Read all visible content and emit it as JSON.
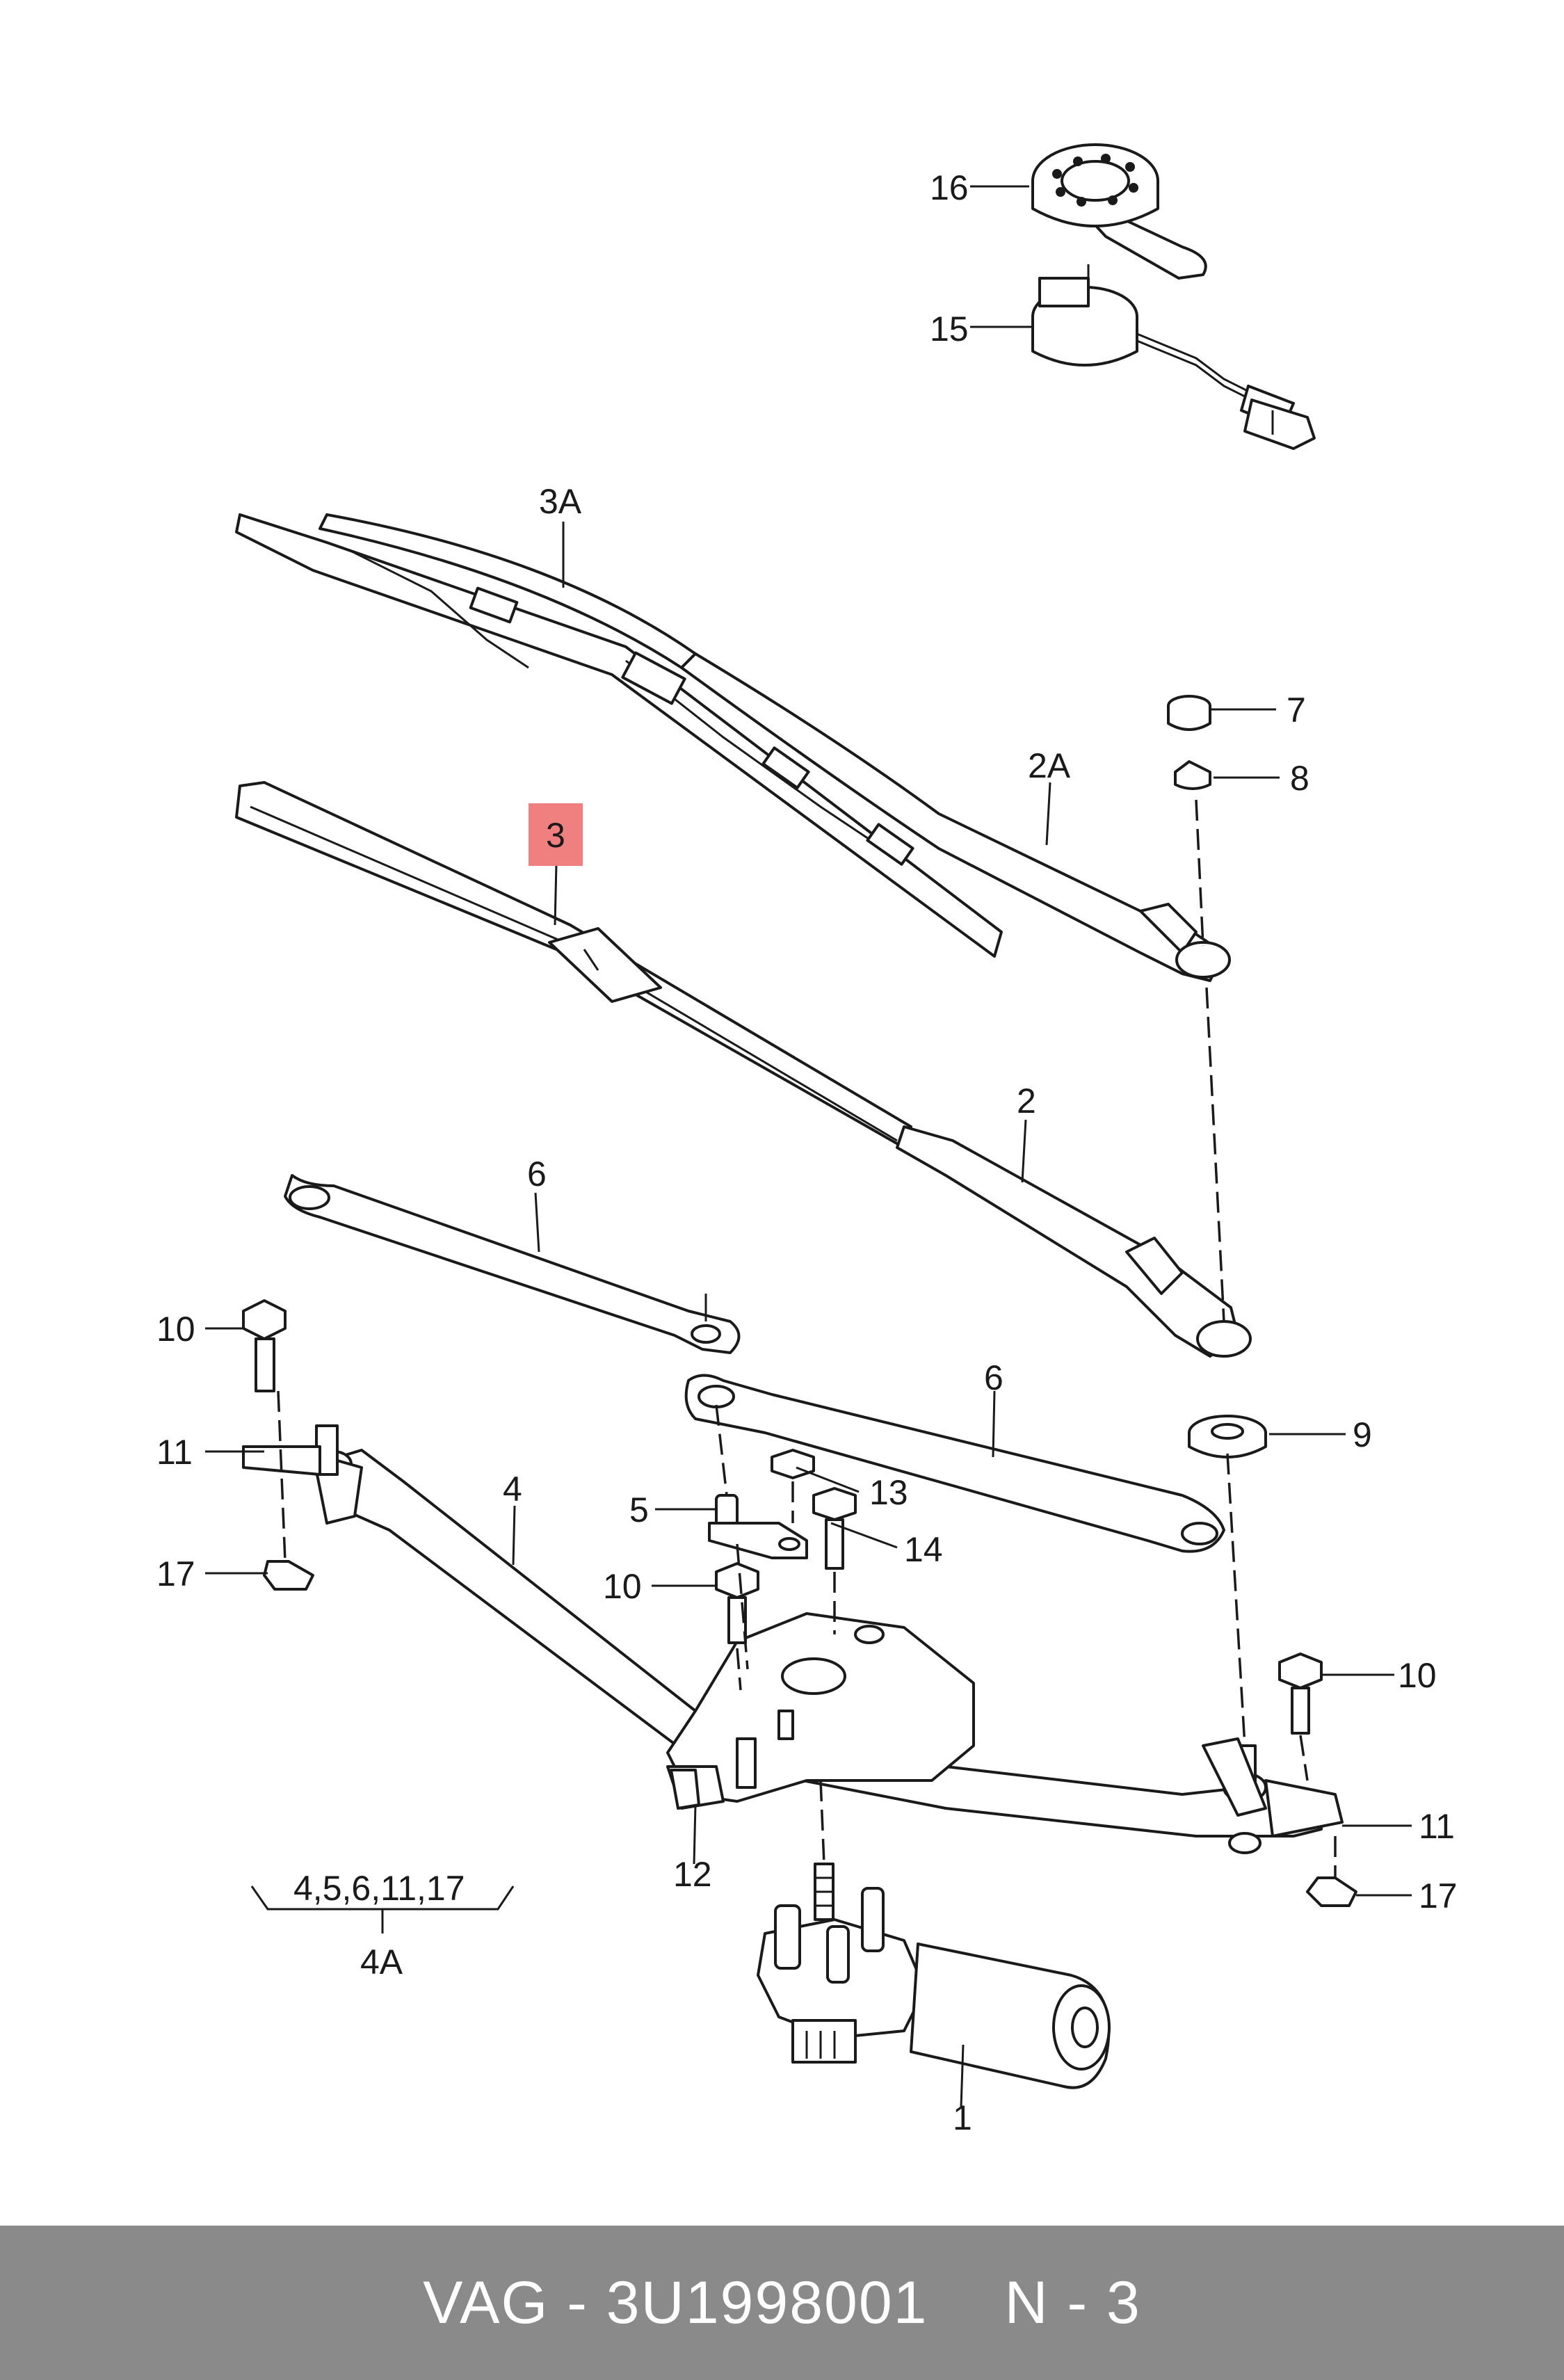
{
  "callouts": {
    "c16": "16",
    "c15": "15",
    "c3A": "3A",
    "c7": "7",
    "c8": "8",
    "c2A": "2A",
    "c3": "3",
    "c2": "2",
    "c6a": "6",
    "c10a": "10",
    "c11a": "11",
    "c17a": "17",
    "c4": "4",
    "c6b": "6",
    "c9": "9",
    "c13": "13",
    "c5": "5",
    "c14": "14",
    "c10b": "10",
    "c10c": "10",
    "c11b": "11",
    "c12": "12",
    "c17b": "17",
    "c1": "1",
    "group_members": "4,5,6,11,17",
    "group_label": "4A"
  },
  "highlight_color": "#f08080",
  "footer": {
    "part_code": "VAG - 3U1998001",
    "ref": "N - 3"
  }
}
